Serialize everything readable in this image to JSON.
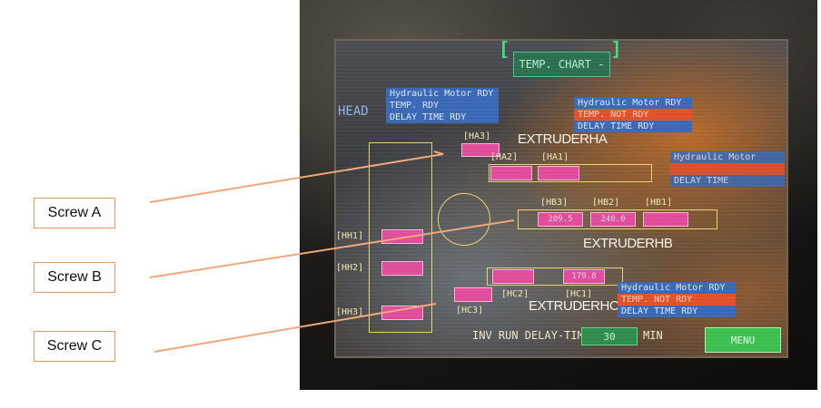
{
  "callouts": [
    {
      "label": "Screw A"
    },
    {
      "label": "Screw B"
    },
    {
      "label": "Screw C"
    }
  ],
  "hmi": {
    "title": "TEMP. CHART -",
    "left_header": {
      "head": "HEAD",
      "hydraulic": "Hydraulic Motor RDY",
      "temp": "TEMP. RDY",
      "delay": "DELAY TIME RDY"
    },
    "top_right_status": {
      "hydraulic": "Hydraulic Motor RDY",
      "temp": "TEMP. NOT RDY",
      "delay": "DELAY TIME RDY"
    },
    "mid_right_status": {
      "hydraulic": "Hydraulic Motor",
      "temp": "",
      "delay": "DELAY TIME"
    },
    "bottom_status": {
      "hydraulic": "Hydraulic Motor RDY",
      "temp": "TEMP. NOT RDY",
      "delay": "DELAY TIME RDY"
    },
    "zone_labels": {
      "ha3": "[HA3]",
      "ha2": "[HA2]",
      "ha1": "[HA1]",
      "hb3": "[HB3]",
      "hb2": "[HB2]",
      "hb1": "[HB1]",
      "hc1": "[HC1]",
      "hc2": "[HC2]",
      "hc3": "[HC3]",
      "hh1": "[HH1]",
      "hh2": "[HH2]",
      "hh3": "[HH3]"
    },
    "extruder_a": "EXTRUDERHA",
    "extruder_b": "EXTRUDERHB",
    "extruder_c": "EXTRUDERHC",
    "readings": {
      "hb3": "209.5",
      "hb2": "240.0",
      "hc1": "179.8"
    },
    "delay_label": "INV RUN DELAY-TIME",
    "delay_value": "30",
    "delay_unit": "MIN",
    "menu_button": "MENU"
  },
  "colors": {
    "callout_border": "#e69a5f",
    "arrow": "#f0a77a",
    "status_blue": "#3a68b5",
    "status_red": "#e0502b",
    "zone_pink": "#e04c9a",
    "menu_green": "#3bbf4e"
  }
}
